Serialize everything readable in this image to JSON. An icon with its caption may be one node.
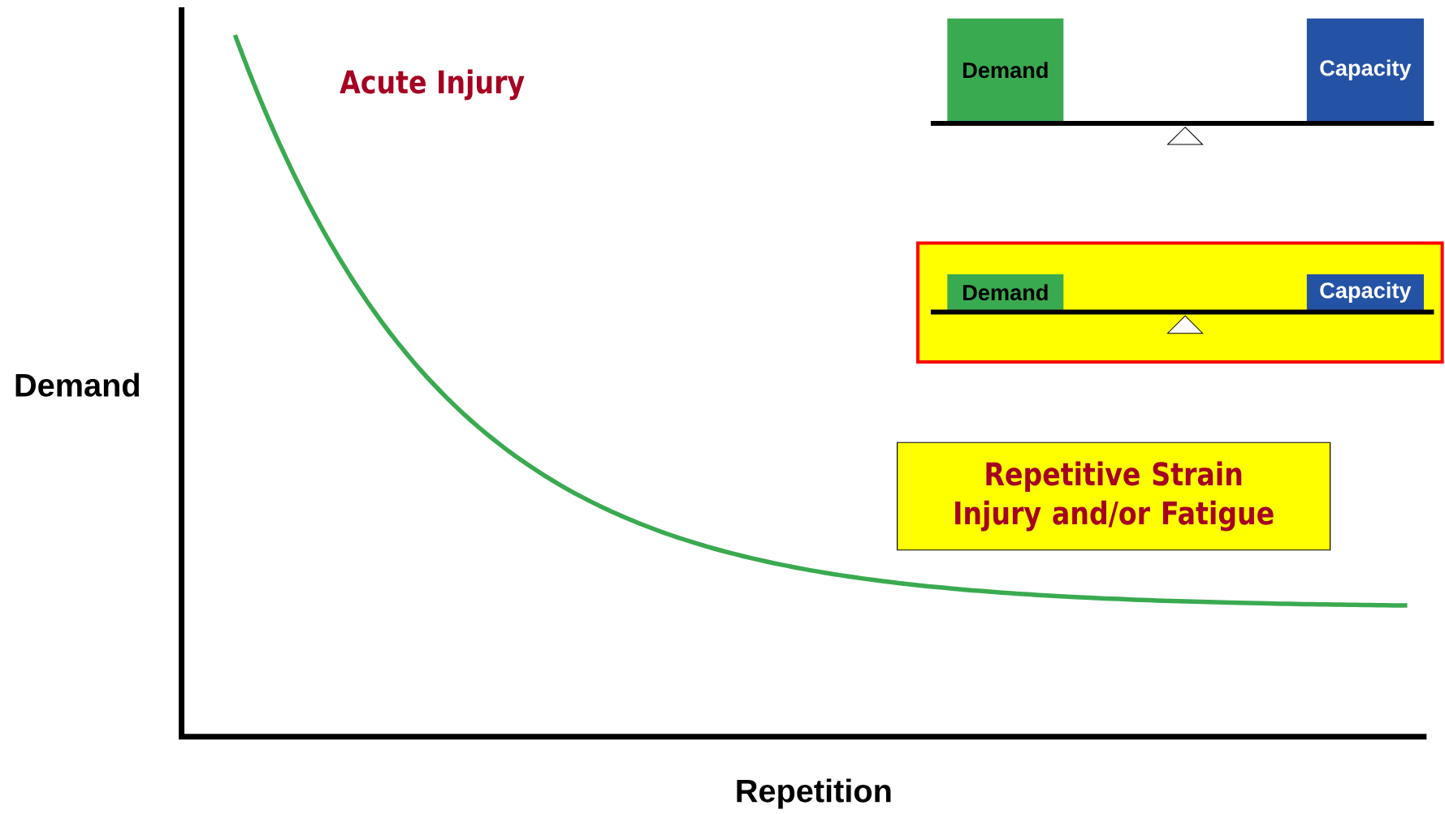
{
  "diagram": {
    "nodes": [
      {
        "text": [
          "Demand"
        ]
      },
      {
        "text": [
          "Capacity"
        ]
      },
      {
        "text": [],
        "shape": "box"
      },
      {
        "text": [
          "Demand"
        ],
        "in": 2
      },
      {
        "text": [
          "Capacity"
        ],
        "in": 2
      },
      {
        "text": [
          "Repetitive Strain Injury and/or Fatigue"
        ]
      }
    ],
    "labels": [
      "Acute Injury",
      "Demand",
      "Repetition"
    ]
  }
}
